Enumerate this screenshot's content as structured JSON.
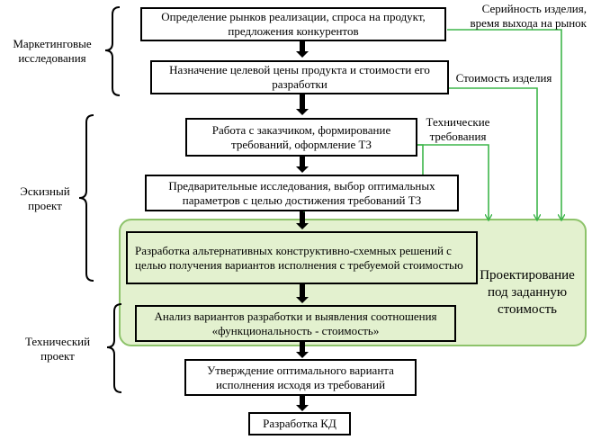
{
  "phases": {
    "marketing": "Маркетинговые исследования",
    "sketch": "Эскизный проект",
    "technical": "Технический проект"
  },
  "steps": [
    "Определение рынков реализации, спроса на продукт, предложения конкурентов",
    "Назначение целевой цены продукта и стоимости его разработки",
    "Работа с заказчиком, формирование требований, оформление ТЗ",
    "Предварительные исследования,  выбор оптимальных параметров с целью достижения  требований ТЗ",
    "Разработка альтернативных конструктивно-схемных решений с целью получения вариантов исполнения с требуемой стоимостью",
    "Анализ вариантов разработки и выявления соотношения «функциональность - стоимость»",
    "Утверждение оптимального варианта исполнения исходя из требований",
    "Разработка КД"
  ],
  "inputs": {
    "series": "Серийность изделия, время выхода  на рынок",
    "cost": "Стоимость изделия",
    "tech": "Технические требования"
  },
  "zone_label": "Проектирование под заданную стоимость",
  "colors": {
    "green_line": "#3db54a",
    "zone_fill": "#e3f1cf",
    "zone_border": "#8dc36a"
  }
}
